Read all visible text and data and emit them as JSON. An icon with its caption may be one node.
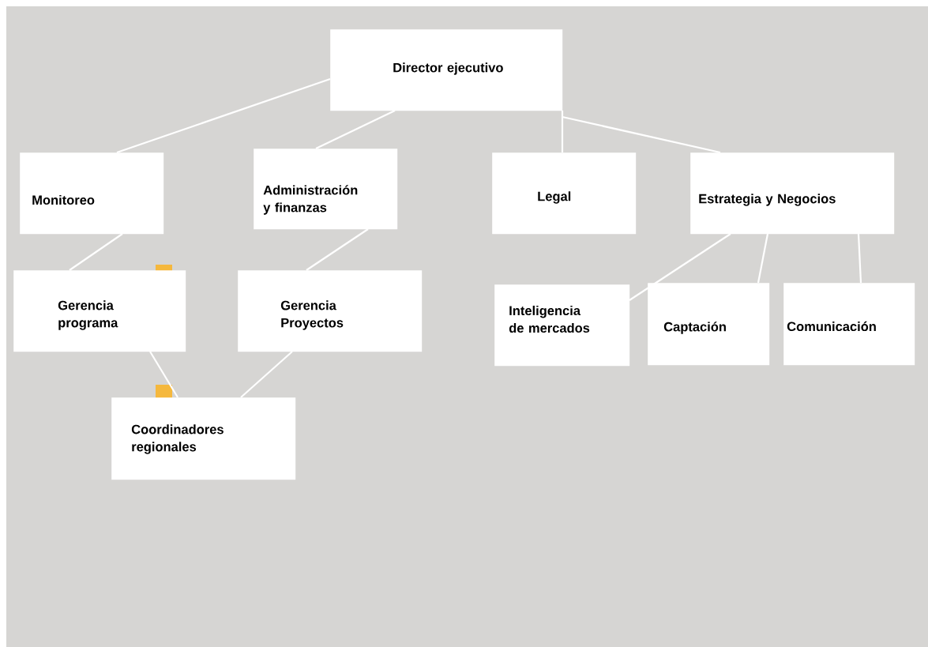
{
  "diagram": {
    "nodes": [
      {
        "text": [
          "Director ejecutivo"
        ]
      },
      {
        "text": [
          "Monitoreo"
        ]
      },
      {
        "text": [
          "Administración y finanzas"
        ]
      },
      {
        "text": [
          "Legal"
        ]
      },
      {
        "text": [
          "Estrategia y Negocios"
        ]
      },
      {
        "text": [
          "Gerencia programa"
        ]
      },
      {
        "text": [
          "Gerencia Proyectos"
        ]
      },
      {
        "text": [
          "Coordinadores regionales"
        ]
      },
      {
        "text": [
          "Inteligencia de mercados"
        ]
      },
      {
        "text": [
          "Captación"
        ]
      },
      {
        "text": [
          "Comunicación"
        ]
      }
    ],
    "edges": [
      {
        "from": 0,
        "to": 1,
        "arrow": "none"
      },
      {
        "from": 0,
        "to": 2,
        "arrow": "none"
      },
      {
        "from": 0,
        "to": 3,
        "arrow": "none"
      },
      {
        "from": 0,
        "to": 4,
        "arrow": "none"
      },
      {
        "from": 1,
        "to": 5,
        "arrow": "none"
      },
      {
        "from": 2,
        "to": 6,
        "arrow": "none"
      },
      {
        "from": 5,
        "to": 7,
        "arrow": "none"
      },
      {
        "from": 6,
        "to": 7,
        "arrow": "none"
      },
      {
        "from": 4,
        "to": 8,
        "arrow": "none"
      },
      {
        "from": 4,
        "to": 9,
        "arrow": "none"
      },
      {
        "from": 4,
        "to": 10,
        "arrow": "none"
      }
    ]
  }
}
